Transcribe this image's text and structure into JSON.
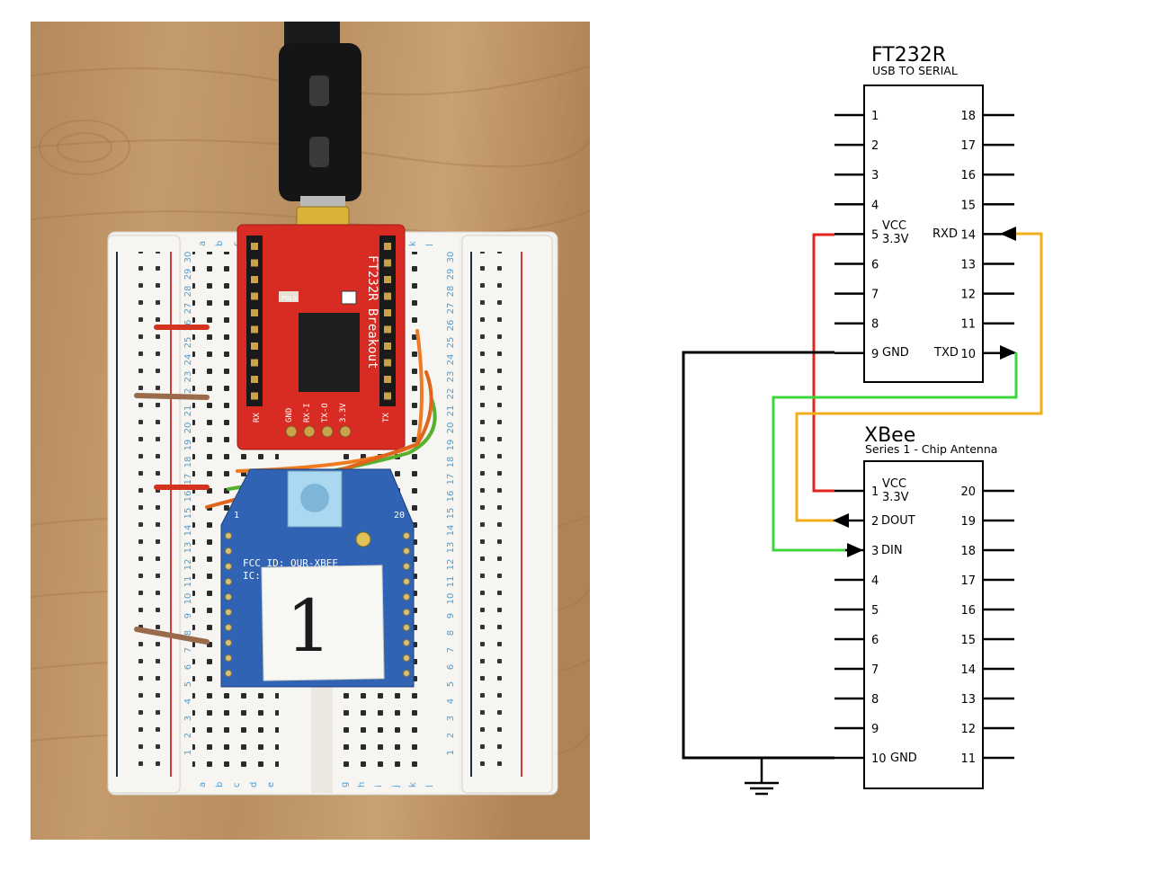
{
  "photo": {
    "ft232r_board": {
      "silkscreen_name": "FT232R Breakout",
      "pins_bottom": [
        "RX",
        "GND",
        "RX-I",
        "TX-O",
        "3.3V",
        "TX"
      ],
      "chip_marks": [
        "F",
        "POLG"
      ]
    },
    "xbee_module": {
      "fcc_text": "FCC ID: OUR-XBEE",
      "ic_text": "IC: 4",
      "pin1": "1",
      "pin20": "20"
    },
    "paper_label": "1",
    "breadboard": {
      "rows_top_to_bottom": [
        "30",
        "29",
        "28",
        "27",
        "26",
        "25",
        "24",
        "23",
        "22",
        "21",
        "20",
        "19",
        "18",
        "17",
        "16",
        "15",
        "14",
        "13",
        "12",
        "11",
        "10",
        "9",
        "8",
        "7",
        "6",
        "5",
        "4",
        "3",
        "2",
        "1"
      ],
      "letters_left": [
        "a",
        "b",
        "c",
        "d",
        "e"
      ],
      "letters_right": [
        "g",
        "h",
        "i",
        "j",
        "k",
        "l"
      ]
    }
  },
  "schematic": {
    "ft232r": {
      "title": "FT232R",
      "subtitle": "USB TO SERIAL",
      "left_pins": [
        "1",
        "2",
        "3",
        "4",
        "5",
        "6",
        "7",
        "8",
        "9"
      ],
      "right_pins": [
        "18",
        "17",
        "16",
        "15",
        "14",
        "13",
        "12",
        "11",
        "10"
      ],
      "vcc_label_1": "VCC",
      "vcc_label_2": "3.3V",
      "gnd_label": "GND",
      "rxd_label": "RXD",
      "txd_label": "TXD"
    },
    "xbee": {
      "title": "XBee",
      "subtitle": "Series 1 - Chip Antenna",
      "left_pins": [
        "1",
        "2",
        "3",
        "4",
        "5",
        "6",
        "7",
        "8",
        "9",
        "10"
      ],
      "right_pins": [
        "20",
        "19",
        "18",
        "17",
        "16",
        "15",
        "14",
        "13",
        "12",
        "11"
      ],
      "vcc_label_1": "VCC",
      "vcc_label_2": "3.3V",
      "dout_label": "DOUT",
      "din_label": "DIN",
      "gnd_label": "GND"
    },
    "wire_colors": {
      "power": "#e0261b",
      "ground": "#000000",
      "ft_tx_to_xbee_din": "#3ed63e",
      "xbee_dout_to_ft_rx": "#f2ad1c"
    }
  }
}
